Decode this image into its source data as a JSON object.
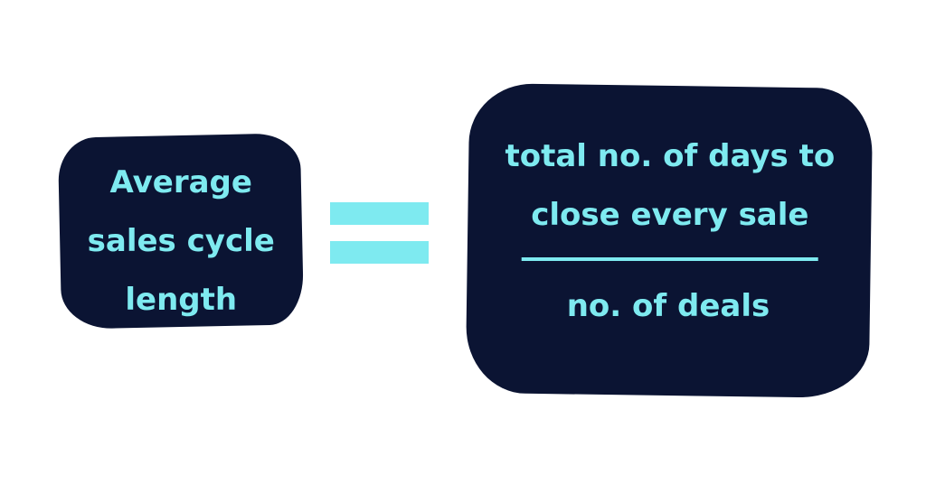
{
  "colors": {
    "background": "#ffffff",
    "box_fill": "#0b1433",
    "text_accent": "#7eeaf0"
  },
  "left_box": {
    "lines": [
      "Average",
      "sales cycle",
      "length"
    ]
  },
  "equals_sign": {
    "icon": "equals-sign-icon"
  },
  "right_box": {
    "numerator_lines": [
      "total no. of days to",
      "close every sale"
    ],
    "denominator": "no. of deals"
  }
}
